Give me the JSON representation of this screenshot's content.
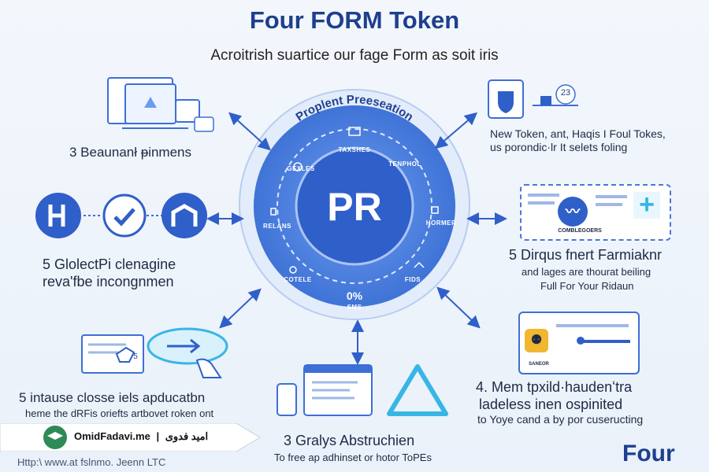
{
  "header": {
    "title": "Four FORM Token",
    "subtitle": "Acroitrish suartice our fage Form as soit iris"
  },
  "hub": {
    "arc_text": "Proplent Preeseation",
    "center_logo": "PR",
    "ring_labels": {
      "top": "TAXSHES",
      "top_right": "TENPHOL",
      "top_left": "GEXLES",
      "left": "RELANS",
      "right": "HORMER",
      "bottom_left": "COTELE",
      "bottom_right": "FIDS",
      "bottom_percent": "0%",
      "bottom_sub": "SMS"
    }
  },
  "sections": {
    "top_left": {
      "caption": "3 Beaunanł ᵽinmens"
    },
    "top_right": {
      "badge": "23",
      "line1": "New Token, ant, Haqis I Foul Tokes,",
      "line2": "us porondic·lr It selets foling"
    },
    "mid_left": {
      "line1": "5 GlolectPi clenagine",
      "line2": "reva'fbe incongnmen"
    },
    "mid_right": {
      "card_label": "COMBLEGOERS",
      "line1": "5 Dirqus fnert Farmiaknr",
      "line2": "and lages are thourat beiling",
      "line3": "Full For Your Ridaun"
    },
    "bottom_left": {
      "badge": "5",
      "line1": "5 intause closse iels apducatbn",
      "line2": "heme the dRFis oriefts artbovet roken ont"
    },
    "bottom_center": {
      "line1": "3 Gralys Abstruchien",
      "line2": "To free ap adhinset or hotor ToPEs"
    },
    "bottom_right": {
      "card_label": "SANEOR",
      "line1": "4. Mem tpxild·haudenʻtra",
      "line2": "ladeless inen ospinited",
      "line3": "to Yoye cand a by por cuseructing"
    }
  },
  "footer": {
    "site": "OmidFadavi.me",
    "separator": "|",
    "name_fa": "امید فدوی",
    "url": "Http:\\ www.at fslnmo. Jeenn LTC",
    "brand": "Four"
  },
  "colors": {
    "primary": "#1e3f8f",
    "accent": "#3d6fd6",
    "circle_outer": "#5b8ee6",
    "circle_inner": "#2f5fc9",
    "cyan": "#37b6e6"
  }
}
